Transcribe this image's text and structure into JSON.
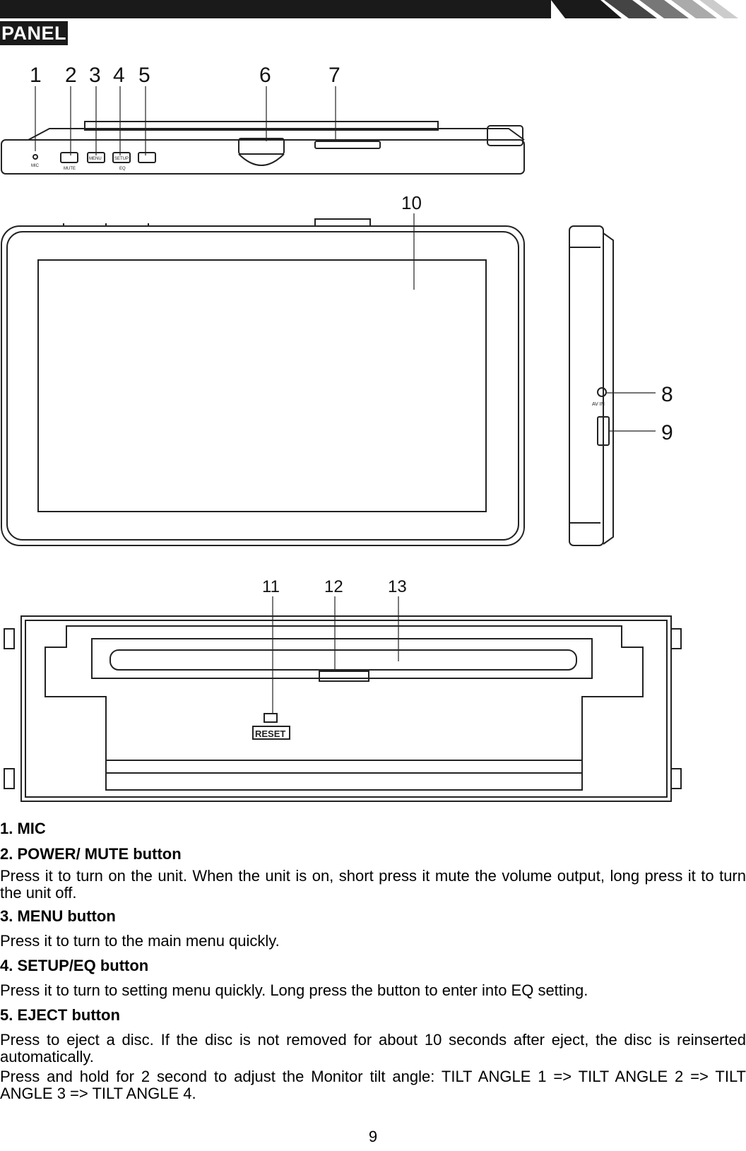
{
  "header": {
    "section_label": "PANEL"
  },
  "figure": {
    "callouts": [
      "1",
      "2",
      "3",
      "4",
      "5",
      "6",
      "7",
      "8",
      "9",
      "10",
      "11",
      "12",
      "13"
    ],
    "button_labels": {
      "mic": "MIC",
      "mute": "MUTE",
      "menu": "MENU",
      "setup": "SETUP",
      "eq": "EQ"
    },
    "port_labels": {
      "av_in": "AV IN"
    },
    "reset_label": "RESET"
  },
  "items": [
    {
      "heading": "1. MIC"
    },
    {
      "heading": "2. POWER/ MUTE button",
      "text": [
        "Press it to turn on the unit. When the unit is on, short press it mute the volume output, long press it to turn the unit off."
      ]
    },
    {
      "heading": "3. MENU button",
      "text": [
        "Press it to turn to the main menu quickly."
      ]
    },
    {
      "heading": "4. SETUP/EQ button",
      "text": [
        "Press it to turn to setting menu quickly. Long press the button to enter into EQ setting."
      ]
    },
    {
      "heading": "5. EJECT button",
      "text": [
        "Press to eject a disc. If the disc is not removed for about 10 seconds after eject, the disc is reinserted automatically.",
        "Press and hold for 2 second to adjust the Monitor tilt angle: TILT ANGLE 1 => TILT ANGLE 2 => TILT ANGLE 3 => TILT ANGLE 4."
      ]
    }
  ],
  "footer": {
    "page_number": "9"
  }
}
